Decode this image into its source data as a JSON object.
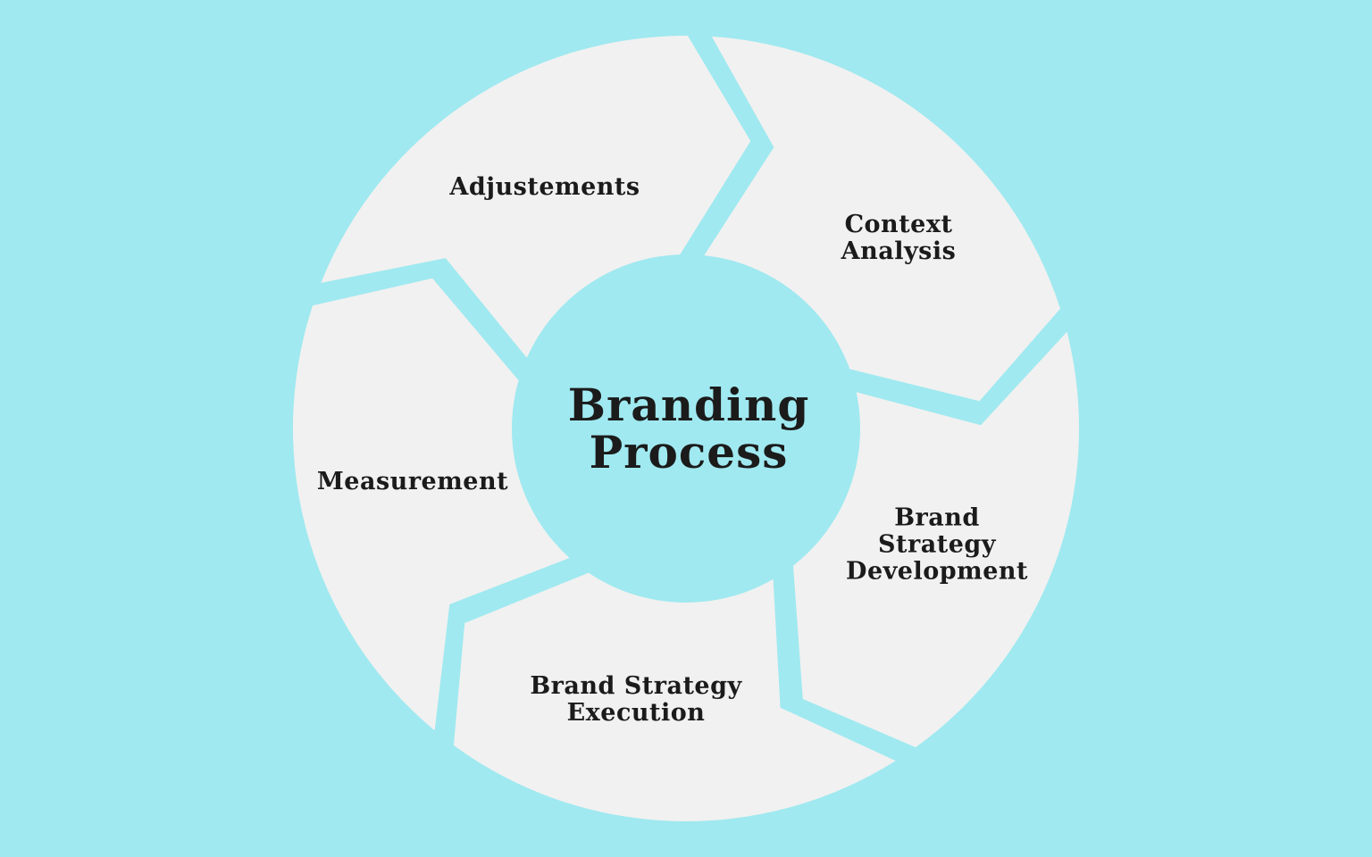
{
  "diagram": {
    "title": "Branding\nProcess",
    "type": "circular-cycle",
    "direction": "clockwise",
    "colors": {
      "background": "#a0e9f0",
      "segment": "#f1f1f1",
      "text": "#1b1b1b"
    },
    "segments": [
      {
        "id": "adjustements",
        "label": "Adjustements"
      },
      {
        "id": "context-analysis",
        "label": "Context\nAnalysis"
      },
      {
        "id": "brand-strategy-development",
        "label": "Brand\nStrategy\nDevelopment"
      },
      {
        "id": "brand-strategy-execution",
        "label": "Brand Strategy\nExecution"
      },
      {
        "id": "measurement",
        "label": "Measurement"
      }
    ]
  }
}
